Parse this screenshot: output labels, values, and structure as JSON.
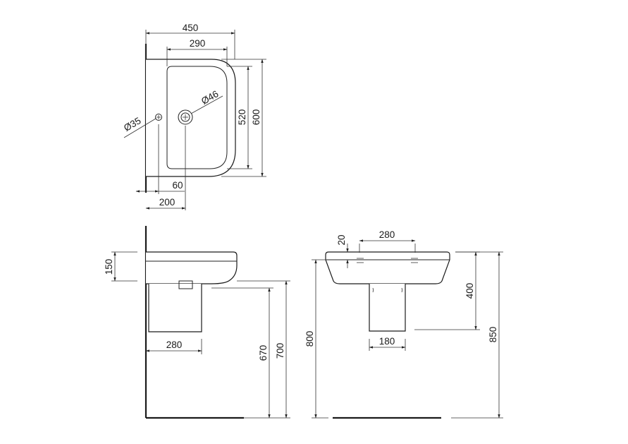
{
  "top_view": {
    "width_overall": "450",
    "width_bowl": "290",
    "depth_bowl": "520",
    "depth_overall": "600",
    "tap_hole": "Ø35",
    "waste_hole": "Ø46",
    "offset_small": "60",
    "offset_waste": "200"
  },
  "side_view": {
    "basin_height": "150",
    "pedestal_depth": "280",
    "height_bottom": "670",
    "height_rim": "700"
  },
  "front_view": {
    "hole_spacing": "280",
    "hole_offset": "20",
    "pedestal_height": "400",
    "pedestal_width": "180",
    "fix_height": "800",
    "total_height": "850"
  },
  "colors": {
    "line": "#222222",
    "background": "#ffffff"
  }
}
